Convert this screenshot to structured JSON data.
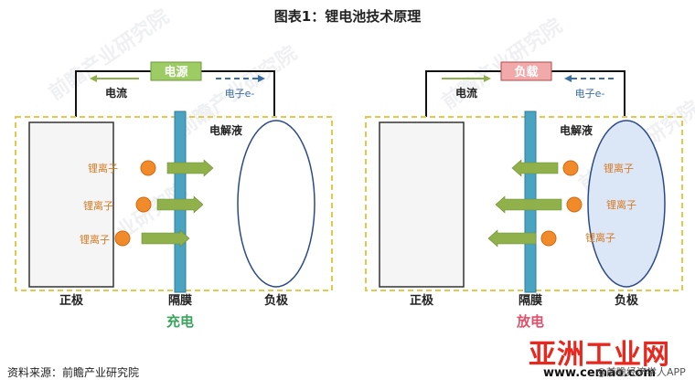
{
  "title": "图表1：锂电池技术原理",
  "source": "资料来源：前瞻产业研究院",
  "watermark": {
    "brand": "亚洲工业网",
    "url": "www.cemao.com",
    "app": "@前瞻经济学人APP",
    "faint": "前瞻产业研究院"
  },
  "colors": {
    "cell_border": "#e3c84a",
    "separator": "#4aa3c1",
    "arrow_green": "#8fb04a",
    "ion_orange": "#f08a2a",
    "charge_label": "#3aa35c",
    "discharge_label": "#e0506a",
    "dashed_arrow": "#3a6ea5",
    "anode_fill": "#dbe6f6",
    "load_fill": "#f2a9a9",
    "source_fill": "#9ccc63"
  },
  "panels": [
    {
      "mode": "charge",
      "device_label": "电源",
      "current_label": "电流",
      "electron_label": "电子e-",
      "electrolyte_label": "电解液",
      "ion_label": "锂离子",
      "ion_direction": "right",
      "cathode_label": "正极",
      "separator_label": "隔膜",
      "anode_label": "负极",
      "caption": "充电"
    },
    {
      "mode": "discharge",
      "device_label": "负载",
      "current_label": "电流",
      "electron_label": "电子e-",
      "electrolyte_label": "电解液",
      "ion_label": "锂离子",
      "ion_direction": "left",
      "cathode_label": "正极",
      "separator_label": "隔膜",
      "anode_label": "负极",
      "caption": "放电"
    }
  ]
}
